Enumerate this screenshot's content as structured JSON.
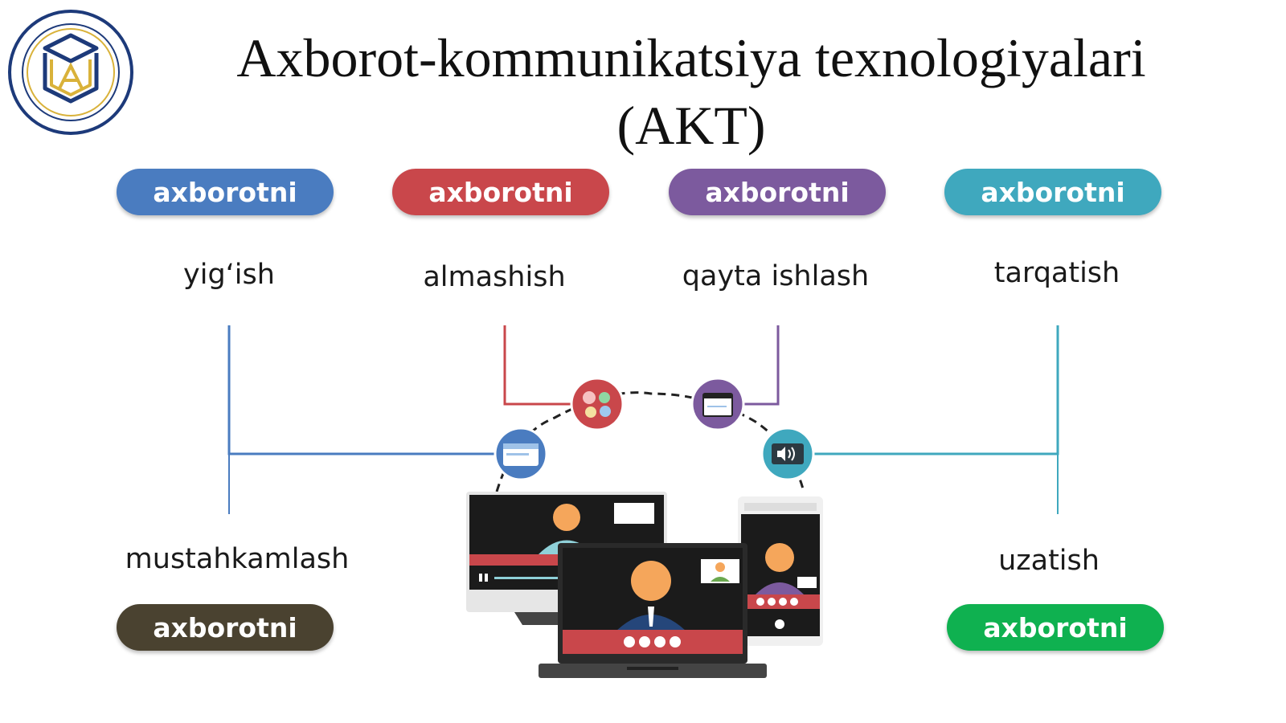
{
  "title": {
    "line1": "Axborot-kommunikatsiya texnologiyalari",
    "line2": "(AKT)"
  },
  "colors": {
    "blue": "#4A7CC0",
    "red": "#C9474B",
    "purple": "#7C5A9E",
    "teal": "#3FA8BE",
    "dark": "#4A4230",
    "green": "#0FB150"
  },
  "nodes": [
    {
      "pill": "axborotni",
      "label": "yigʻish"
    },
    {
      "pill": "axborotni",
      "label": "almashish"
    },
    {
      "pill": "axborotni",
      "label": "qayta ishlash"
    },
    {
      "pill": "axborotni",
      "label": "tarqatish"
    },
    {
      "pill": "axborotni",
      "label": "mustahkamlash"
    },
    {
      "pill": "axborotni",
      "label": "uzatish"
    }
  ],
  "icons": [
    "browser-icon",
    "chat-bubbles-icon",
    "calendar-icon",
    "speaker-icon"
  ],
  "logo_name": "institution-seal-logo"
}
